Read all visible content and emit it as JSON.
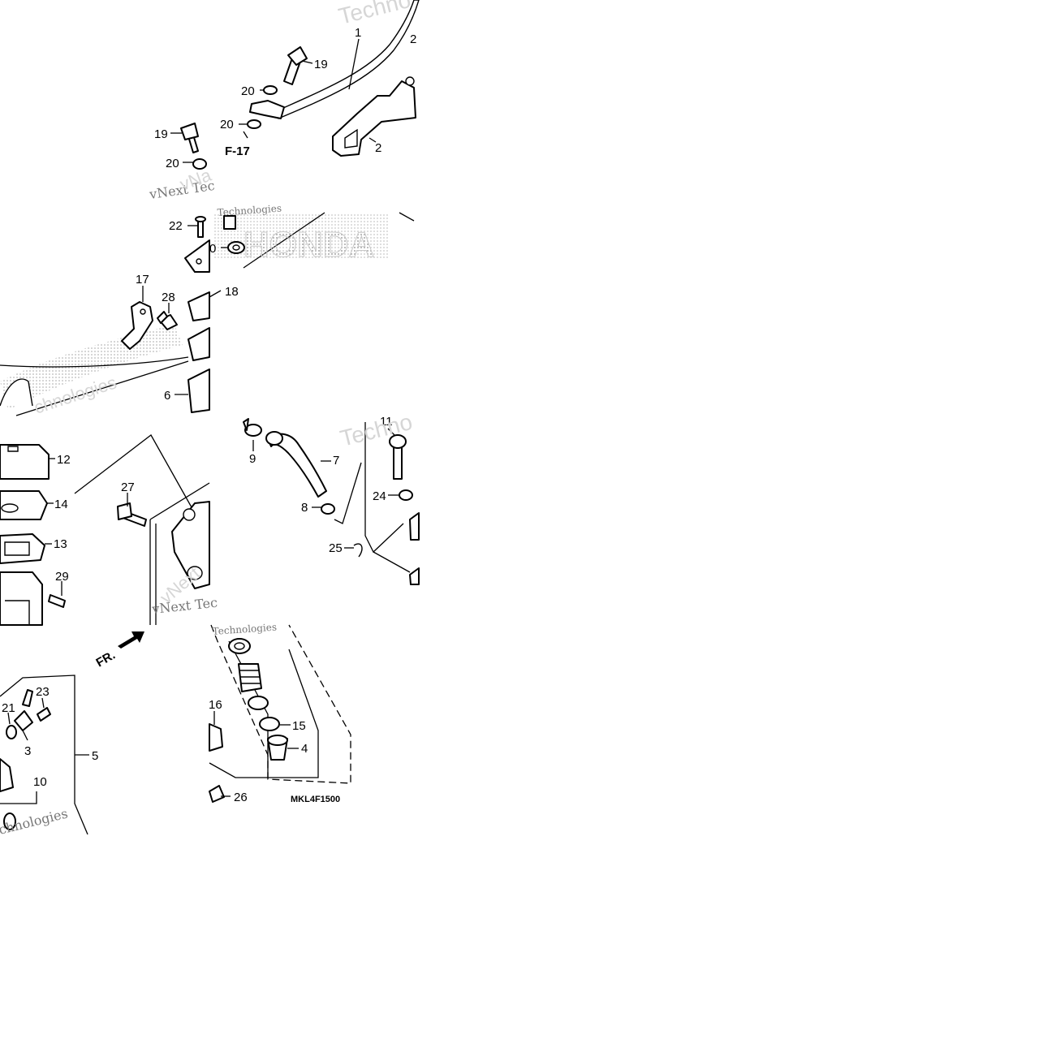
{
  "diagram_code": "MKL4F1500",
  "front_indicator": "FR.",
  "ref_label": "F-17",
  "watermark": {
    "brand": "HONDA",
    "tech_a": "Techno",
    "tech_b": "Techno",
    "vnext_a": "vNext Tec",
    "vnext_b": "vNext Tec",
    "vnext_c": "vNext",
    "tech_c": "Technologies",
    "tech_d": "chnologies",
    "vn_frag": "vNa"
  },
  "callouts": {
    "c1": "1",
    "c2": "2",
    "c2b": "2",
    "c19a": "19",
    "c20a": "20",
    "c20b": "20",
    "c19b": "19",
    "c20c": "20",
    "c22": "22",
    "c20d": "0",
    "c17": "17",
    "c28": "28",
    "c18": "18",
    "c6": "6",
    "c12": "12",
    "c14": "14",
    "c13": "13",
    "c29": "29",
    "c27": "27",
    "c9": "9",
    "c7": "7",
    "c8": "8",
    "c11": "11",
    "c24": "24",
    "c25": "25",
    "c21": "21",
    "c23": "23",
    "c3": "3",
    "c5": "5",
    "c10": "10",
    "c16": "16",
    "c15": "15",
    "c4": "4",
    "c26": "26"
  }
}
